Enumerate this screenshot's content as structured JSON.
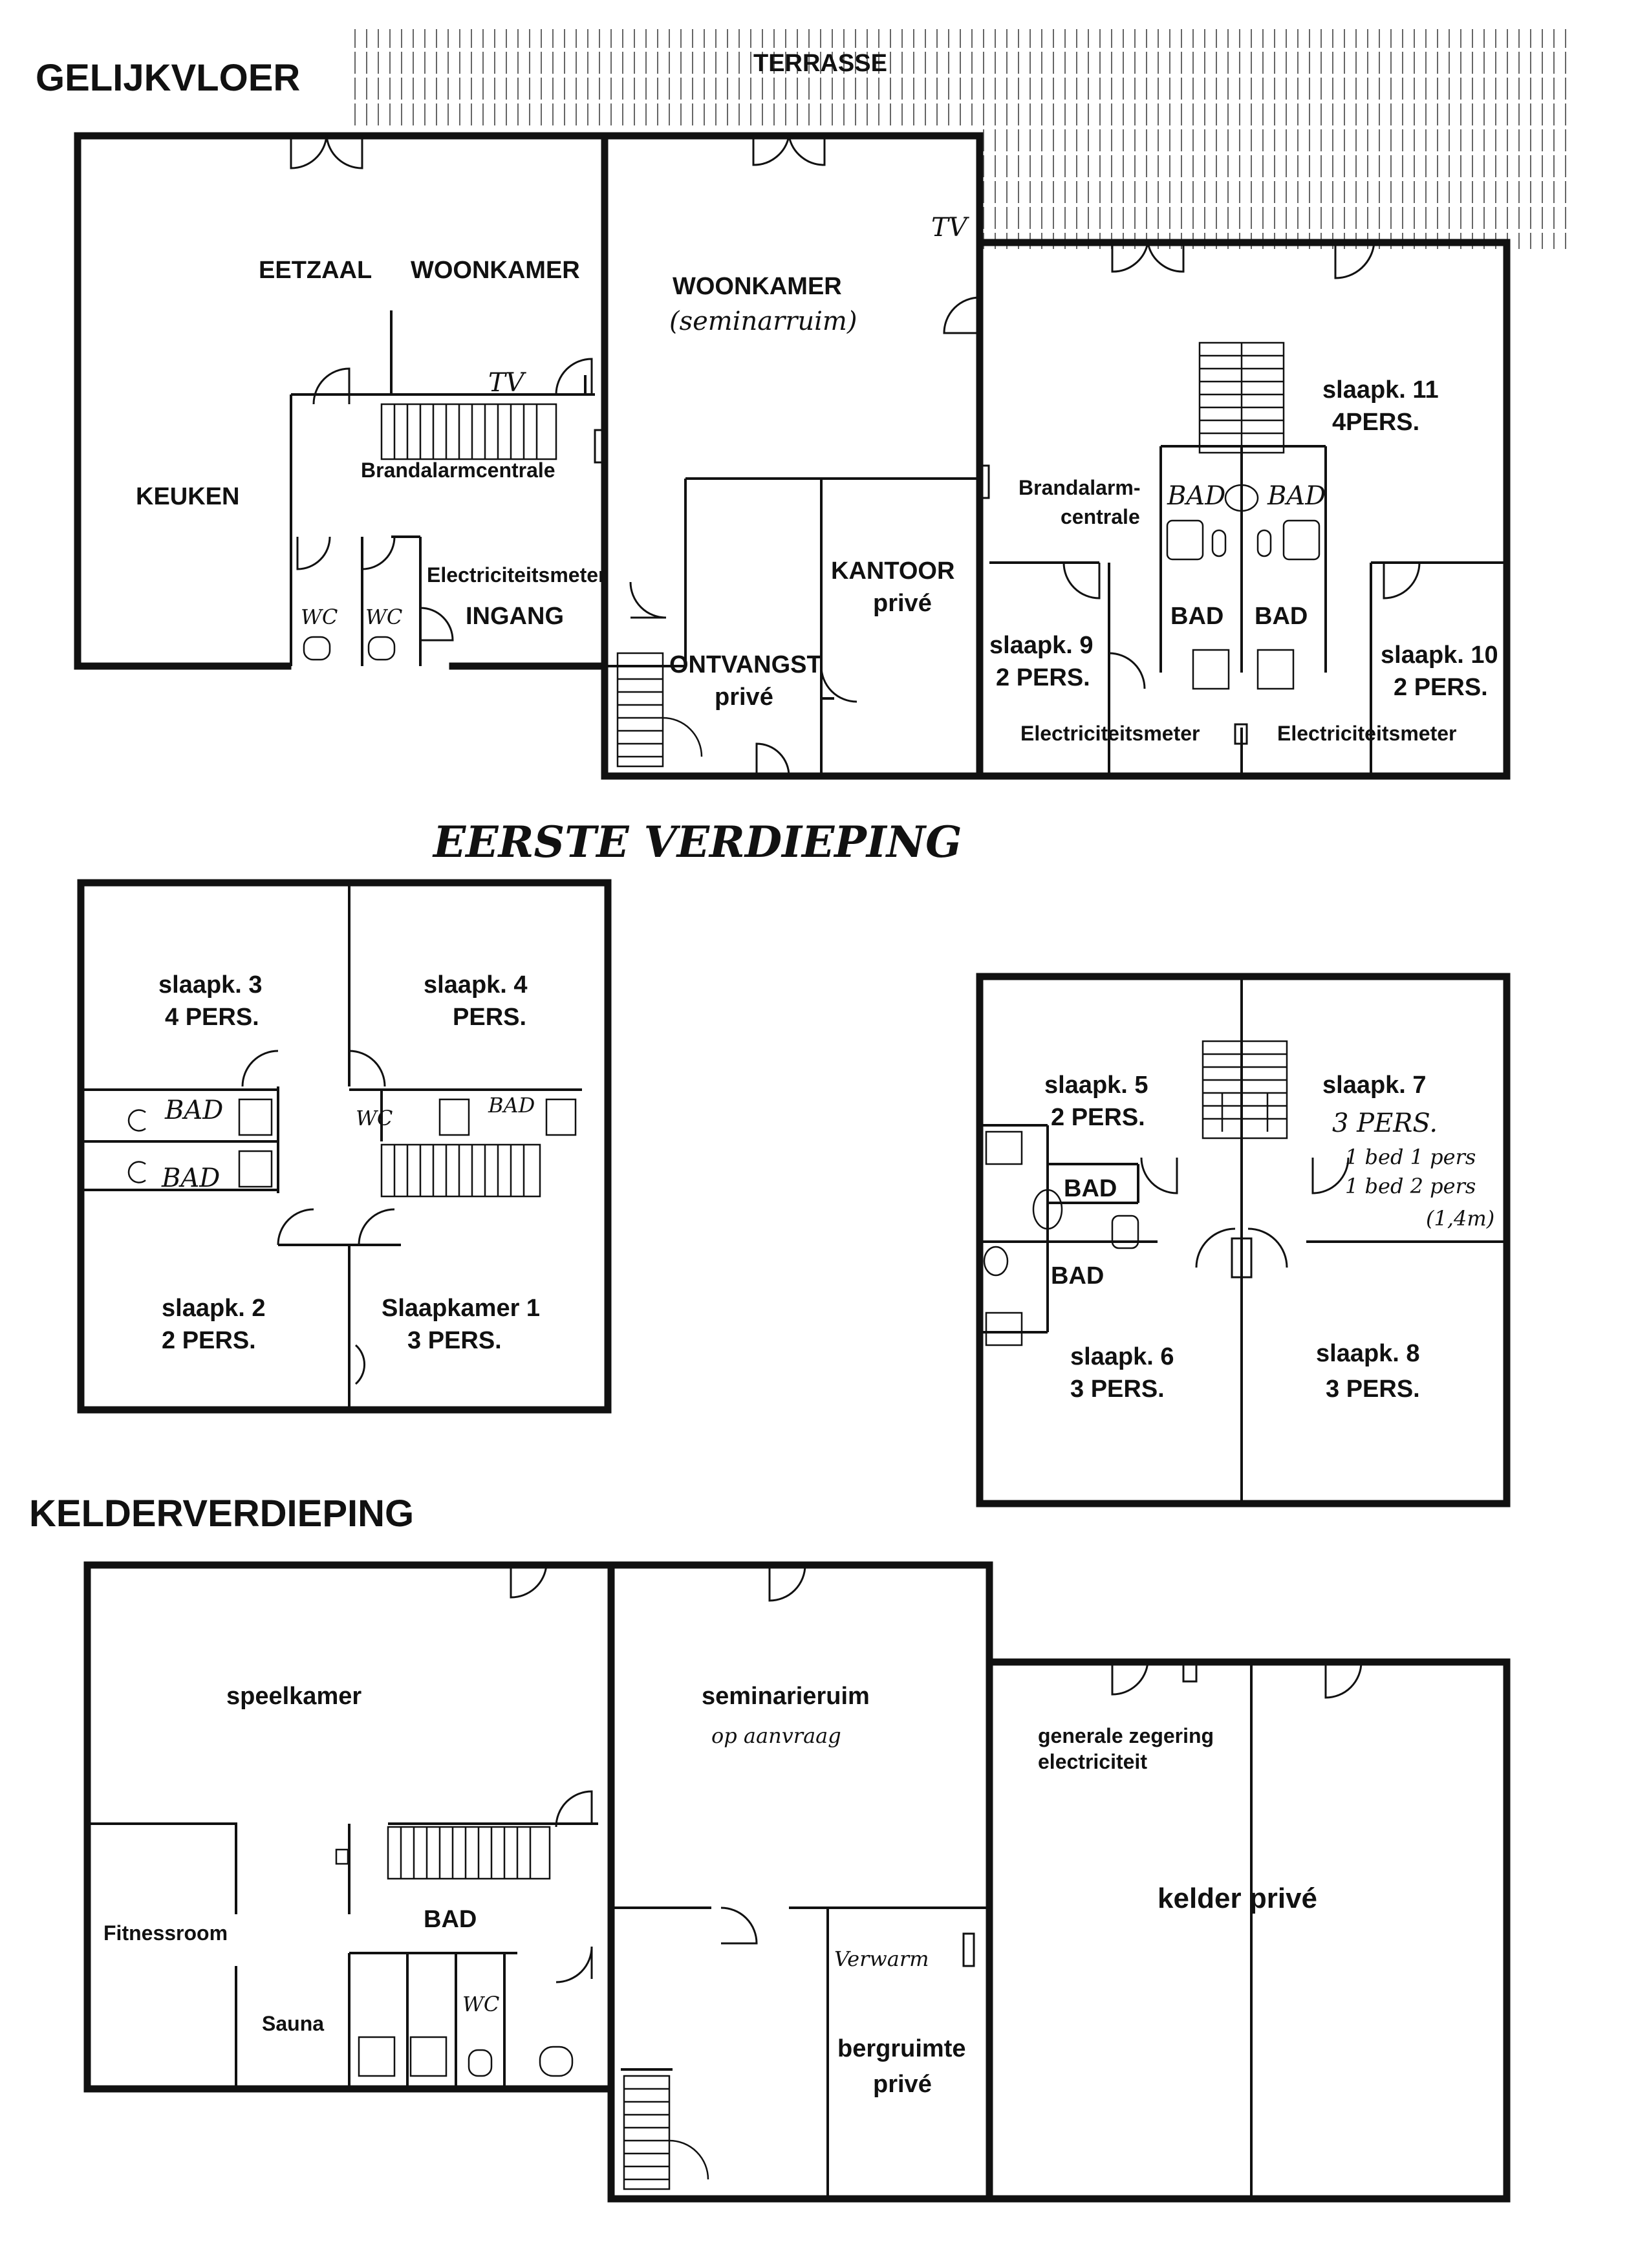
{
  "levels": {
    "ground": {
      "title": "GELIJKVLOER",
      "terrace": "TERRASSE",
      "rooms": {
        "eetzaal": "EETZAAL",
        "woonkamer_left": "WOONKAMER",
        "keuken": "KEUKEN",
        "brandalarm_left": "Brandalarmcentrale",
        "electric_left": "Electriciteitsmeter",
        "ingang": "INGANG",
        "wc1": "WC",
        "wc2": "WC",
        "woonkamer_mid": "WOONKAMER",
        "seminar_note": "(seminarruim)",
        "tv1": "TV",
        "tv2": "TV",
        "kantoor": "KANTOOR",
        "kantoor_sub": "privé",
        "ontvangst": "ONTVANGST",
        "ontvangst_sub": "privé",
        "brandalarm_right_1": "Brandalarm-",
        "brandalarm_right_2": "centrale",
        "bad_hand_1": "BAD",
        "bad_hand_2": "BAD",
        "bad_1": "BAD",
        "bad_2": "BAD",
        "slaapk11": "slaapk. 11",
        "slaapk11_pers": "4PERS.",
        "slaapk9": "slaapk. 9",
        "slaapk9_pers": "2 PERS.",
        "slaapk10": "slaapk. 10",
        "slaapk10_pers": "2 PERS.",
        "electric_r1": "Electriciteitsmeter",
        "electric_r2": "Electriciteitsmeter"
      }
    },
    "first": {
      "title": "EERSTE VERDIEPING",
      "rooms": {
        "slaapk3": "slaapk. 3",
        "slaapk3_pers": "4 PERS.",
        "slaapk4": "slaapk. 4",
        "slaapk4_pers": "PERS.",
        "bad_a": "BAD",
        "bad_b": "BAD",
        "wc": "WC",
        "bad_c": "BAD",
        "slaapk2": "slaapk. 2",
        "slaapk2_pers": "2 PERS.",
        "slaapkamer1": "Slaapkamer 1",
        "slaapkamer1_pers": "3 PERS.",
        "slaapk5": "slaapk. 5",
        "slaapk5_pers": "2 PERS.",
        "slaapk7": "slaapk. 7",
        "slaapk7_pers": "3 PERS.",
        "slaapk7_bed1": "1 bed 1 pers",
        "slaapk7_bed2": "1 bed 2 pers",
        "slaapk7_size": "(1,4m)",
        "bad_d": "BAD",
        "bad_e": "BAD",
        "slaapk6": "slaapk. 6",
        "slaapk6_pers": "3 PERS.",
        "slaapk8": "slaapk. 8",
        "slaapk8_pers": "3 PERS."
      }
    },
    "basement": {
      "title": "KELDERVERDIEPING",
      "rooms": {
        "speelkamer": "speelkamer",
        "fitness": "Fitnessroom",
        "bad": "BAD",
        "sauna": "Sauna",
        "wc": "WC",
        "seminarieruim": "seminarieruim",
        "seminarieruim_note": "op aanvraag",
        "verwarm": "Verwarm",
        "bergruimte": "bergruimte",
        "bergruimte_sub": "privé",
        "zegering_1": "generale zegering",
        "zegering_2": "electriciteit",
        "kelder": "kelder privé"
      }
    }
  }
}
